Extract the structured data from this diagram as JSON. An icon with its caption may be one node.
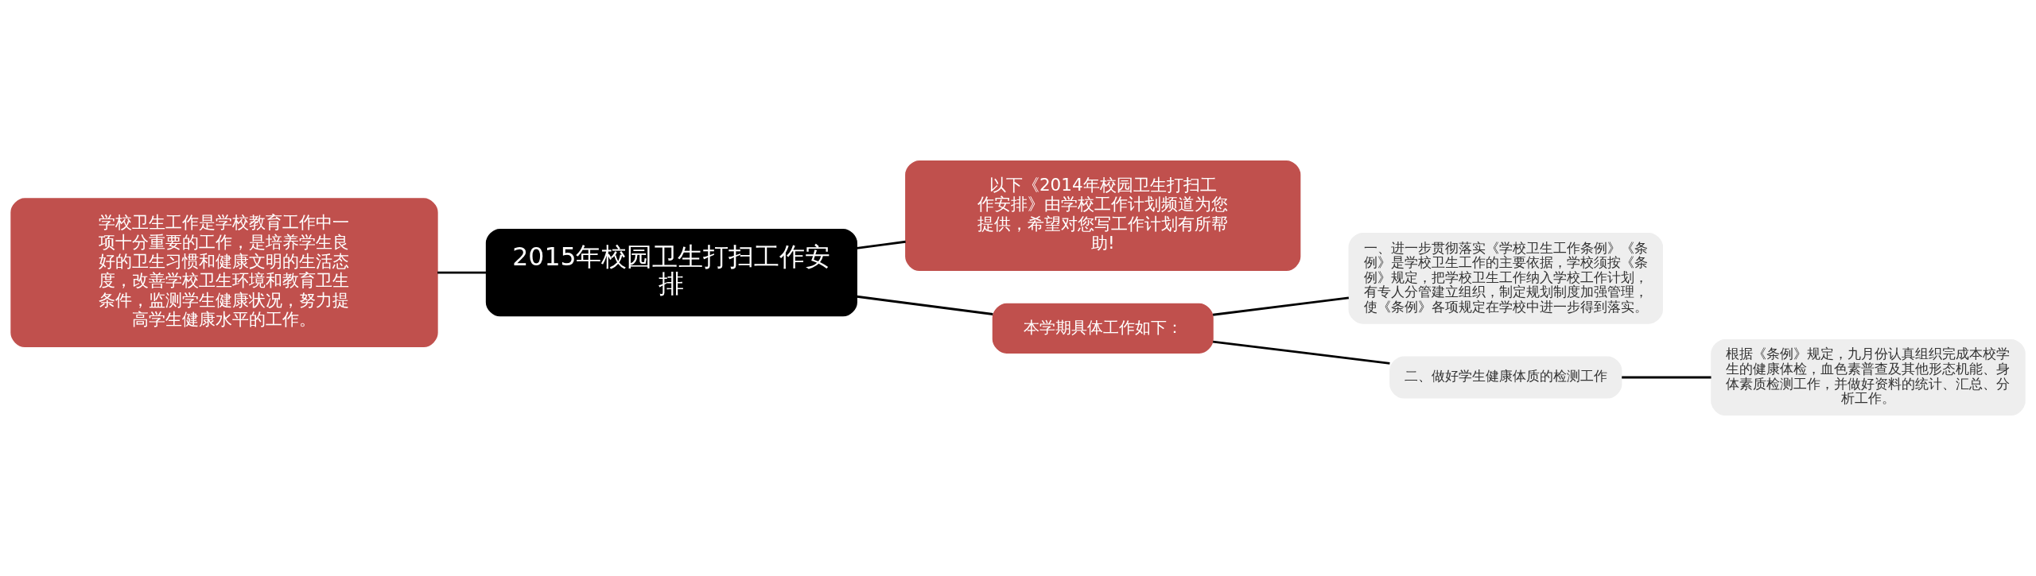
{
  "diagram": {
    "nodes": [
      {
        "text": [
          "2015年校园卫生打扫工作安排"
        ]
      },
      {
        "text": [
          "学校卫生工作是学校教育工作中一项十分重要的工作，是培养学生良好的卫生习惯和健康文明的生活态度，改善学校卫生环境和教育卫生条件，监测学生健康状况，努力提高学生健康水平的工作。"
        ]
      },
      {
        "text": [
          "以下《2014年校园卫生打扫工作安排》由学校工作计划频道为您提供，希望对您写工作计划有所帮助!"
        ]
      },
      {
        "text": [
          "本学期具体工作如下："
        ]
      },
      {
        "text": [
          "一、进一步贯彻落实《学校卫生工作条例》《条例》是学校卫生工作的主要依据，学校须按《条例》规定，把学校卫生工作纳入学校工作计划，有专人分管建立组织，制定规划制度加强管理，使《条例》各项规定在学校中进一步得到落实。"
        ]
      },
      {
        "text": [
          "二、做好学生健康体质的检测工作"
        ]
      },
      {
        "text": [
          "根据《条例》规定，九月份认真组织完成本校学生的健康体检，血色素普查及其他形态机能、身体素质检测工作，并做好资料的统计、汇总、分析工作。"
        ]
      }
    ],
    "edges": [
      {
        "from": 0,
        "to": 2,
        "arrow": "none"
      },
      {
        "from": 0,
        "to": 1,
        "arrow": "none"
      },
      {
        "from": 0,
        "to": 3,
        "arrow": "none"
      },
      {
        "from": 3,
        "to": 4,
        "arrow": "none"
      },
      {
        "from": 3,
        "to": 5,
        "arrow": "none"
      },
      {
        "from": 5,
        "to": 6,
        "arrow": "none"
      }
    ]
  }
}
